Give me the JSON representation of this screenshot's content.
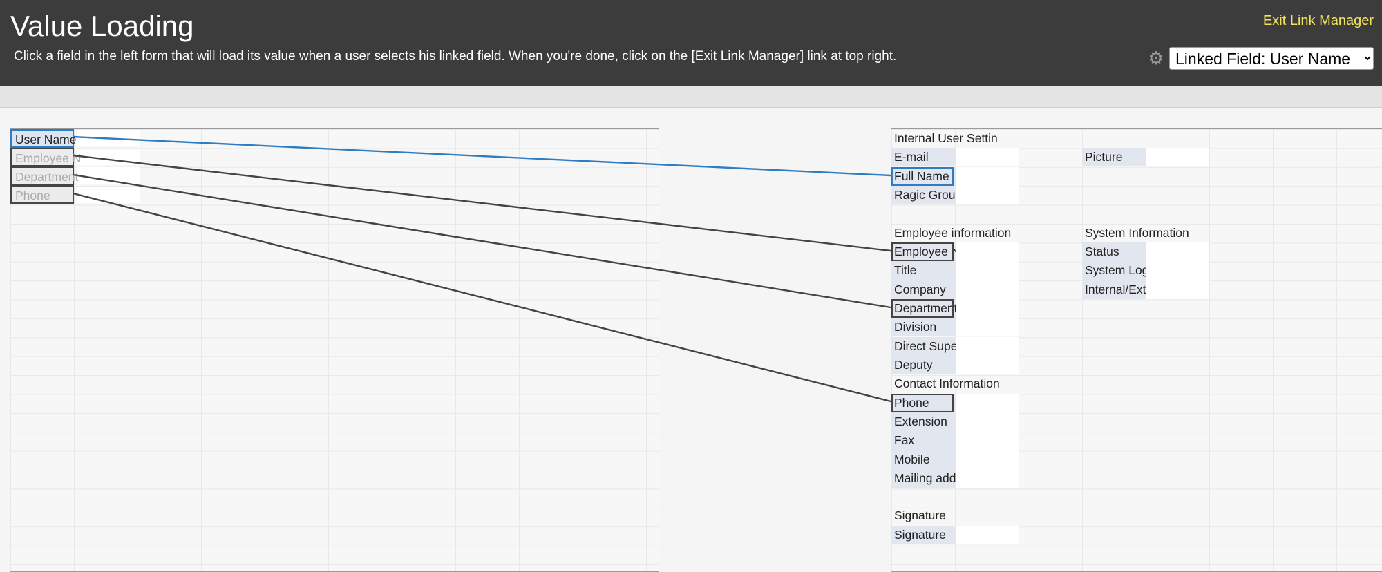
{
  "header": {
    "title": "Value Loading",
    "instruction": "Click a field in the left form that will load its value when a user selects his linked field. When you're done, click on the [Exit Link Manager] link at top right.",
    "exit_link": "Exit Link Manager",
    "linked_field_select": "Linked Field: User Name",
    "icons": {
      "settings": "gear-icon"
    }
  },
  "left_form": {
    "fields": [
      {
        "label": "User Name",
        "state": "active"
      },
      {
        "label": "Employee N",
        "state": "inactive"
      },
      {
        "label": "Department",
        "state": "inactive"
      },
      {
        "label": "Phone",
        "state": "inactive"
      }
    ]
  },
  "right_form": {
    "col1": {
      "heading_internal": "Internal User Settin",
      "email": "E-mail",
      "full_name": "Full Name",
      "ragic_groups": "Ragic Groups",
      "heading_employee": "Employee information",
      "employee_number": "Employee Number",
      "title": "Title",
      "company": "Company",
      "department": "Department",
      "division": "Division",
      "direct_supervisor": "Direct Supervisor",
      "deputy": "Deputy",
      "heading_contact": "Contact Information",
      "phone": "Phone",
      "extension": "Extension",
      "fax": "Fax",
      "mobile": "Mobile",
      "mailing_address": "Mailing address",
      "heading_signature": "Signature",
      "signature": "Signature"
    },
    "col2": {
      "picture": "Picture",
      "heading_system": "System Information",
      "status": "Status",
      "system_log": "System Log",
      "internal_external": "Internal/External"
    }
  },
  "colors": {
    "active_link": "#2e7dc2",
    "inactive_link": "#444444",
    "exit_link": "#f3e25a"
  }
}
